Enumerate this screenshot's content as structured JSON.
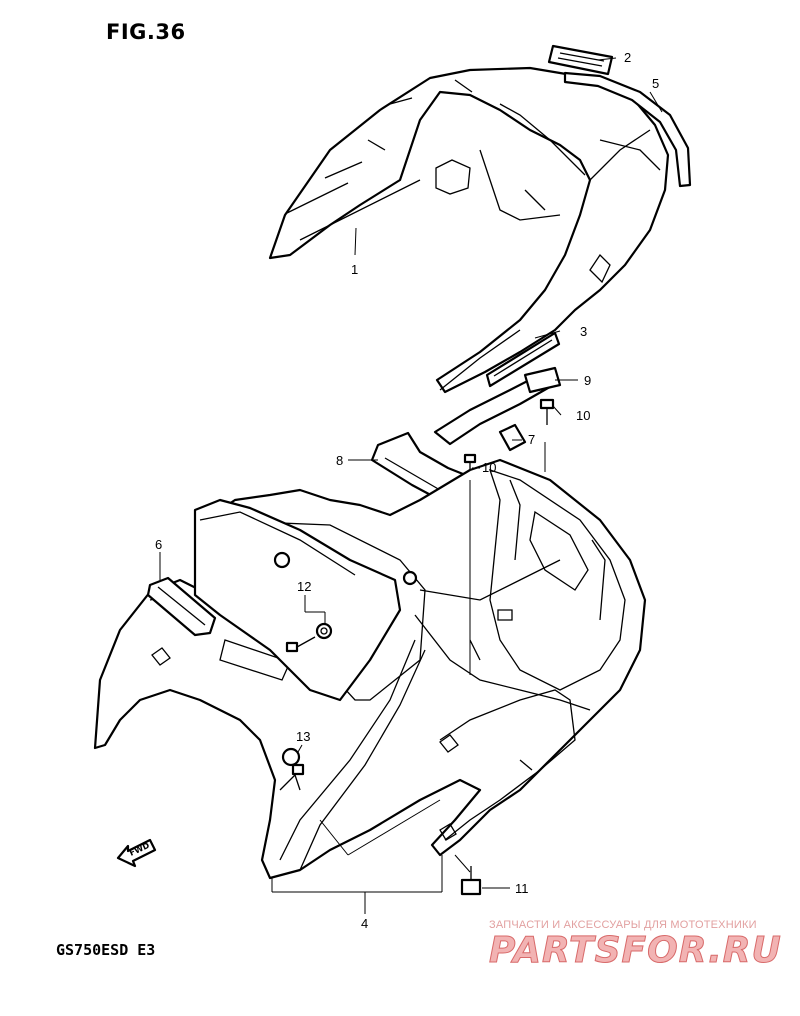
{
  "figure": {
    "title": "FIG.36",
    "model_code": "GS750ESD  E3"
  },
  "callouts": [
    {
      "id": "1",
      "label": "1"
    },
    {
      "id": "2",
      "label": "2"
    },
    {
      "id": "3",
      "label": "3"
    },
    {
      "id": "4",
      "label": "4"
    },
    {
      "id": "5",
      "label": "5"
    },
    {
      "id": "6",
      "label": "6"
    },
    {
      "id": "7",
      "label": "7"
    },
    {
      "id": "8",
      "label": "8"
    },
    {
      "id": "9",
      "label": "9"
    },
    {
      "id": "10a",
      "label": "10"
    },
    {
      "id": "10b",
      "label": "10"
    },
    {
      "id": "11",
      "label": "11"
    },
    {
      "id": "12",
      "label": "12"
    },
    {
      "id": "13",
      "label": "13"
    }
  ],
  "direction_marker": {
    "label": "FWD",
    "icon": "forward-arrow-icon"
  },
  "watermark": {
    "text": "ЗАПЧАСТИ И АКСЕССУАРЫ ДЛЯ МОТОТЕХНИКИ",
    "logo": "PARTSFOR.RU",
    "color": "#e05a5a"
  }
}
